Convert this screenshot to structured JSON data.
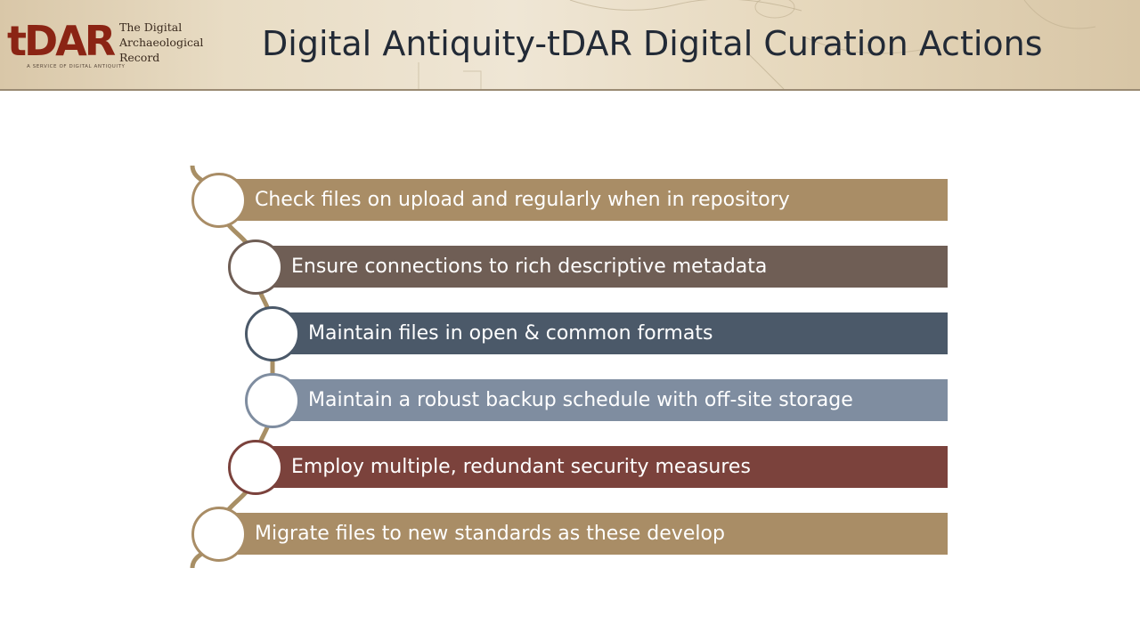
{
  "header": {
    "logo": {
      "mark": "tDAR",
      "lines": [
        "The Digital",
        "Archaeological",
        "Record"
      ],
      "subtitle": "A SERVICE OF DIGITAL ANTIQUITY"
    },
    "title": "Digital Antiquity-tDAR Digital Curation Actions"
  },
  "diagram": {
    "connector_color": "#a88f65",
    "items": [
      {
        "label": "Check files on upload and regularly when in repository",
        "color": "#a98d66"
      },
      {
        "label": "Ensure connections to rich descriptive metadata",
        "color": "#6f5e55"
      },
      {
        "label": "Maintain files in open & common formats",
        "color": "#4b5969"
      },
      {
        "label": "Maintain a robust backup schedule with off-site storage",
        "color": "#7f8da0"
      },
      {
        "label": "Employ multiple, redundant security measures",
        "color": "#7b423c"
      },
      {
        "label": "Migrate files to new standards as these develop",
        "color": "#a98d66"
      }
    ]
  }
}
